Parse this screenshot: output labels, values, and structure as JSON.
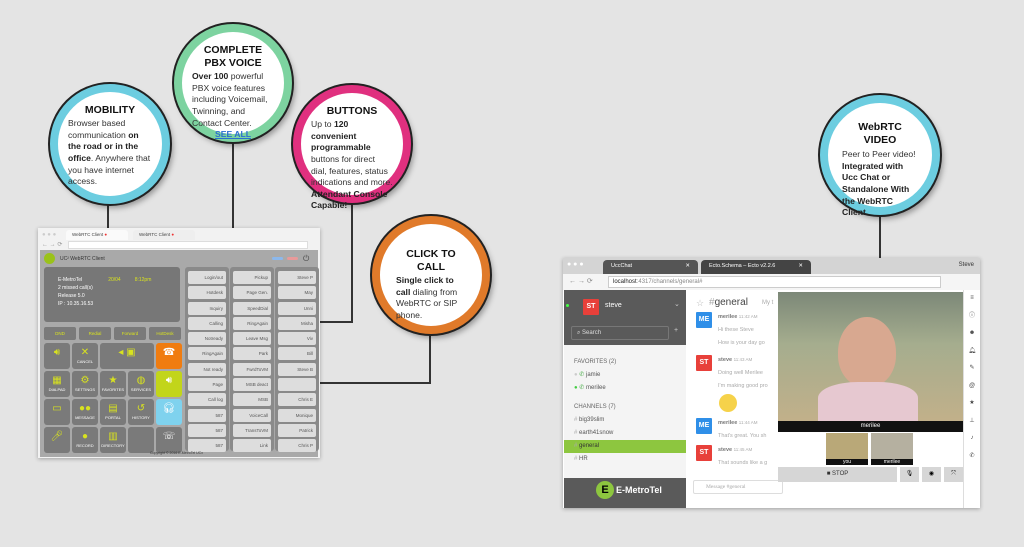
{
  "callouts": {
    "mobility": {
      "title": "MOBILITY",
      "lines": [
        "Browser based communication ",
        "on the road or in the office",
        ". Anywhere that you have internet access."
      ]
    },
    "pbx": {
      "title": "COMPLETE PBX VOICE",
      "bold": "Over 100",
      "text": " powerful PBX voice features including Voicemail, Twinning, and Contact Center.",
      "link": "SEE ALL"
    },
    "buttons": {
      "title": "BUTTONS",
      "pre": "Up to ",
      "bold1": "120 convenient programmable",
      "mid": " buttons for direct dial, features, status indications and more. ",
      "bold2": "Attendant Console Capable!"
    },
    "click": {
      "title": "CLICK TO CALL",
      "bold": "Single click to call",
      "text": " dialing from WebRTC or SIP phone."
    },
    "webrtc": {
      "title": "WebRTC VIDEO",
      "pre": "Peer to Peer video! ",
      "bold": "Integrated with Ucc Chat or Standalone With the WebRTC Client."
    }
  },
  "left_app": {
    "tabs": [
      "WebRTC Client",
      "WebRTC Client"
    ],
    "app_title": "UC² WebRTC Client",
    "display": {
      "name": "E-MetroTel",
      "date": "20/04",
      "time": "8:12pm",
      "missed": "2 missed call(s)",
      "release": "Release 5.0",
      "ip": "IP : 10.35.16.53"
    },
    "function_keys": [
      "DND",
      "Redial",
      "Forward",
      "HotDesk"
    ],
    "keypad": [
      "",
      "CANCEL",
      "",
      "",
      "DIALPAD",
      "SETTINGS",
      "FAVORITES",
      "SERVICES",
      "",
      "MESSAGE",
      "PORTAL",
      "HISTORY",
      "",
      "RECORD",
      "DIRECTORY",
      ""
    ],
    "columns": [
      [
        "Login/out",
        "Hotdesk",
        "Inquiry",
        "Calling",
        "Notready",
        "RingAgain",
        "Not ready",
        "Page",
        "Call log",
        "587",
        "587",
        "587"
      ],
      [
        "Pickup",
        "Page Gen.",
        "SpeedDial",
        "RingAgain",
        "Leave Msg",
        "Park",
        "FwrdToVM",
        "MSB deact",
        "MSB",
        "VoiceCall",
        "TransToVM",
        "Link"
      ],
      [
        "Steve P",
        "May",
        "Unni",
        "Misha",
        "Viv",
        "Bill",
        "Steve B",
        "",
        "Chris E",
        "Monique",
        "Patrick",
        "Chris P"
      ]
    ],
    "copyright": "Copyright © 2016 E-MetroTel UCx"
  },
  "right_app": {
    "tabs": [
      "UccChat",
      "Ecto.Schema – Ecto v2.2.6"
    ],
    "user_label": "Steve",
    "url_host": "localhost",
    "url_rest": ":4317/channels/general#",
    "user": {
      "initials": "ST",
      "name": "steve"
    },
    "search_placeholder": "Search",
    "favorites_header": "FAVORITES (2)",
    "favorites": [
      "jamie",
      "merilee"
    ],
    "channels_header": "CHANNELS (7)",
    "channels": [
      "big39slim",
      "earth41snow",
      "general",
      "HR"
    ],
    "active_channel": "general",
    "logo": "E-MetroTel",
    "channel_title": "general",
    "topic": "My t",
    "messages": [
      {
        "initials": "ME",
        "user": "merilee",
        "time": "11:42 AM",
        "lines": [
          "Hi these Steve",
          "How is your day go"
        ]
      },
      {
        "initials": "ST",
        "user": "steve",
        "time": "11:43 AM",
        "lines": [
          "Doing well Merilee",
          "I'm making good pro"
        ]
      },
      {
        "initials": "ME",
        "user": "merilee",
        "time": "11:44 AM",
        "lines": [
          "That's great. You sh"
        ]
      },
      {
        "initials": "ST",
        "user": "steve",
        "time": "11:45 AM",
        "lines": [
          "That sounds like a g"
        ]
      }
    ],
    "message_placeholder": "Message #general",
    "video": {
      "main_label": "merilee",
      "thumbs": [
        "you",
        "merilee"
      ],
      "stop": "STOP"
    },
    "colors": {
      "ME": "#2f8fe8",
      "ST": "#e8403a",
      "green": "#8dc63f"
    }
  }
}
